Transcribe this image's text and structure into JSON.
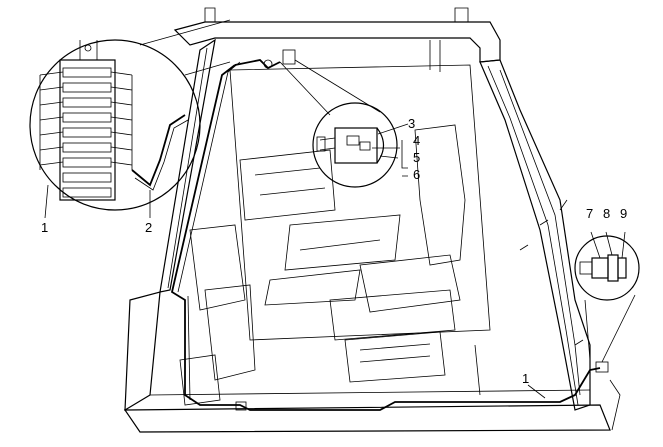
{
  "callouts": {
    "c1": "1",
    "c2": "2",
    "c3": "3",
    "c4": "4",
    "c5": "5",
    "c6": "6",
    "c7": "7",
    "c8": "8",
    "c9": "9",
    "c1b": "1"
  },
  "colors": {
    "line": "#000000",
    "background": "#ffffff"
  }
}
